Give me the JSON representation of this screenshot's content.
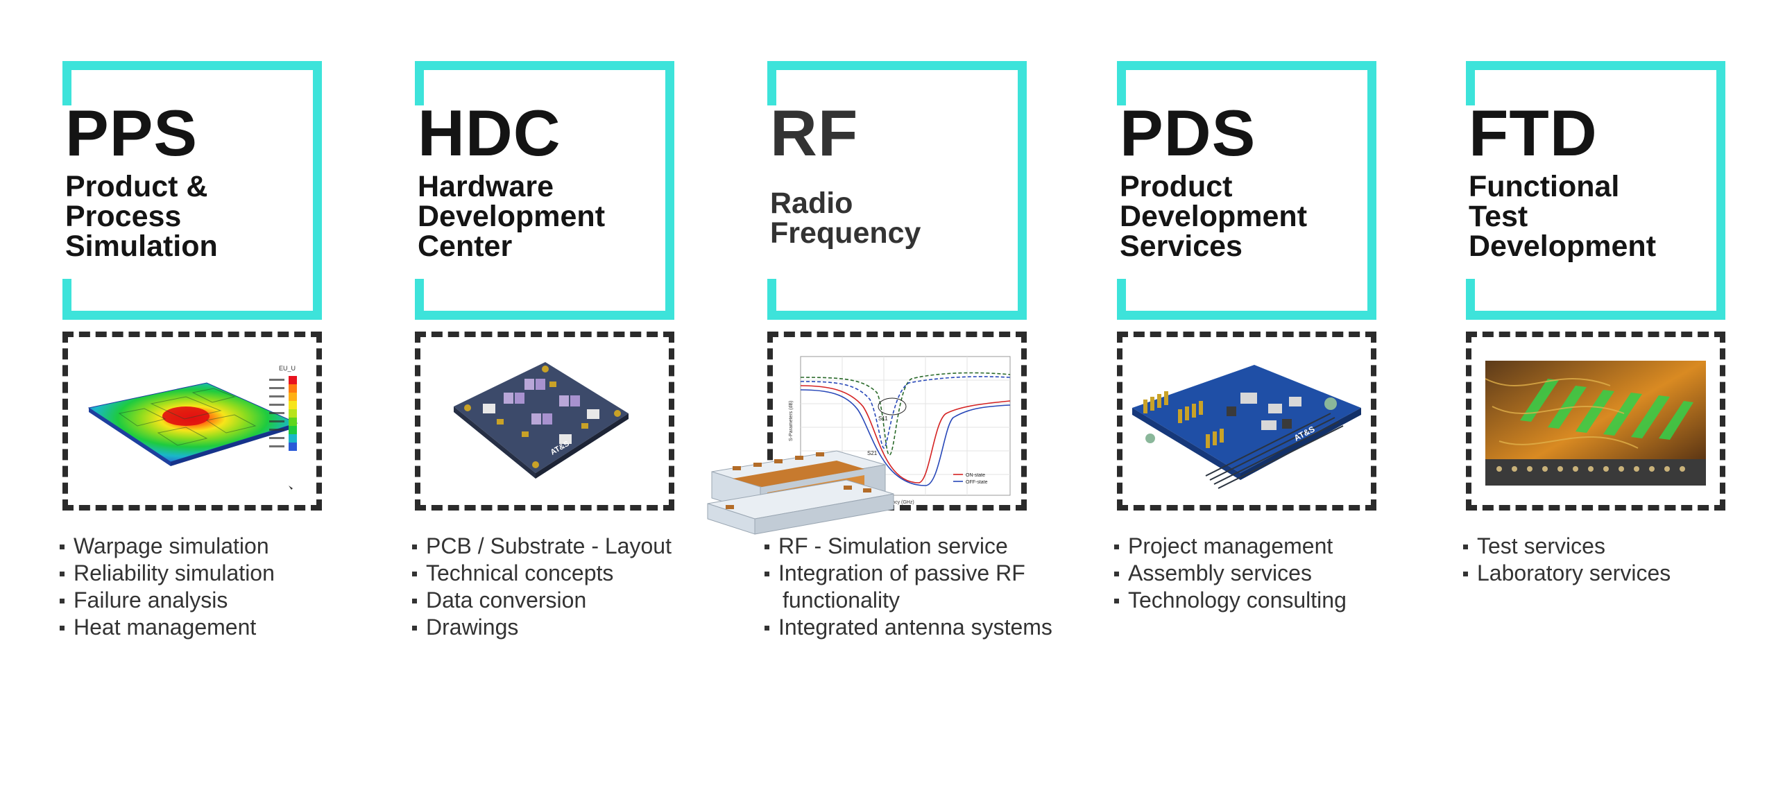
{
  "columns": [
    {
      "abbr": "PPS",
      "full_lines": [
        "Product &",
        "Process",
        "Simulation"
      ],
      "image": "warpage-simulation-heatmap",
      "bullets": [
        "Warpage simulation",
        "Reliability simulation",
        "Failure analysis",
        "Heat management"
      ]
    },
    {
      "abbr": "HDC",
      "full_lines": [
        "Hardware",
        "Development",
        "Center"
      ],
      "image": "pcb-board-render",
      "bullets": [
        "PCB / Substrate - Layout",
        "Technical concepts",
        "Data conversion",
        "Drawings"
      ]
    },
    {
      "abbr": "RF",
      "full_lines": [
        "Radio",
        "Frequency"
      ],
      "image": "s-parameter-plot-and-waveguide",
      "bullets": [
        "RF - Simulation service",
        "Integration of passive RF",
        "functionality",
        "Integrated antenna systems"
      ]
    },
    {
      "abbr": "PDS",
      "full_lines": [
        "Product",
        "Development",
        "Services"
      ],
      "image": "assembled-board-photo",
      "bullets": [
        "Project management",
        "Assembly services",
        "Technology consulting"
      ]
    },
    {
      "abbr": "FTD",
      "full_lines": [
        "Functional",
        "Test",
        "Development"
      ],
      "image": "test-lab-photo",
      "bullets": [
        "Test services",
        "Laboratory services"
      ]
    }
  ],
  "image_labels": {
    "pps_legend_title": "EU_U",
    "rf_plot_s11": "S11",
    "rf_plot_s21": "S21",
    "rf_plot_ylabel": "S-Parameters (dB)",
    "rf_plot_xlabel": "Frequency (GHz)",
    "rf_legend_on": "ON-state",
    "rf_legend_off": "OFF-state",
    "board_brand": "AT&S"
  },
  "colors": {
    "accent": "#3de3da",
    "dashed_border": "#2b2b2b",
    "text": "#141414"
  }
}
